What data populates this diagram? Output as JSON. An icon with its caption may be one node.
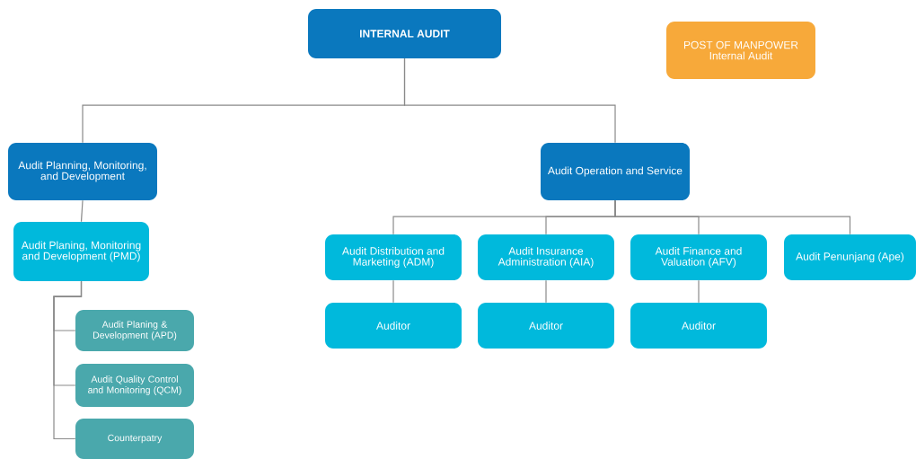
{
  "diagram": {
    "nodes": [
      {
        "text": [
          "INTERNAL AUDIT"
        ]
      },
      {
        "text": [
          "POST OF MANPOWER",
          "Internal Audit"
        ]
      },
      {
        "text": [
          "Audit Planning, Monitoring, and Development"
        ]
      },
      {
        "text": [
          "Audit Planing, Monitoring and Development (PMD)"
        ]
      },
      {
        "text": [
          "Audit Planing & Development (APD)"
        ]
      },
      {
        "text": [
          "Audit Quality Control and Monitoring (QCM)"
        ]
      },
      {
        "text": [
          "Counterpatry"
        ]
      },
      {
        "text": [
          "Audit Operation and Service"
        ]
      },
      {
        "text": [
          "Audit Distribution and Marketing (ADM)"
        ]
      },
      {
        "text": [
          "Audit Insurance Administration (AIA)"
        ]
      },
      {
        "text": [
          "Audit Finance and Valuation (AFV)"
        ]
      },
      {
        "text": [
          "Audit Penunjang (Ape)"
        ]
      },
      {
        "text": [
          "Auditor"
        ]
      },
      {
        "text": [
          "Auditor"
        ]
      },
      {
        "text": [
          "Auditor"
        ]
      }
    ],
    "edges": [
      {
        "from": 0,
        "to": 2,
        "arrow": "none"
      },
      {
        "from": 0,
        "to": 7,
        "arrow": "none"
      },
      {
        "from": 2,
        "to": 3,
        "arrow": "none"
      },
      {
        "from": 3,
        "to": 4,
        "arrow": "none"
      },
      {
        "from": 3,
        "to": 5,
        "arrow": "none"
      },
      {
        "from": 3,
        "to": 6,
        "arrow": "none"
      },
      {
        "from": 7,
        "to": 8,
        "arrow": "none"
      },
      {
        "from": 7,
        "to": 9,
        "arrow": "none"
      },
      {
        "from": 7,
        "to": 10,
        "arrow": "none"
      },
      {
        "from": 7,
        "to": 11,
        "arrow": "none"
      },
      {
        "from": 8,
        "to": 12,
        "arrow": "none"
      },
      {
        "from": 9,
        "to": 13,
        "arrow": "none"
      },
      {
        "from": 10,
        "to": 14,
        "arrow": "none"
      }
    ]
  }
}
